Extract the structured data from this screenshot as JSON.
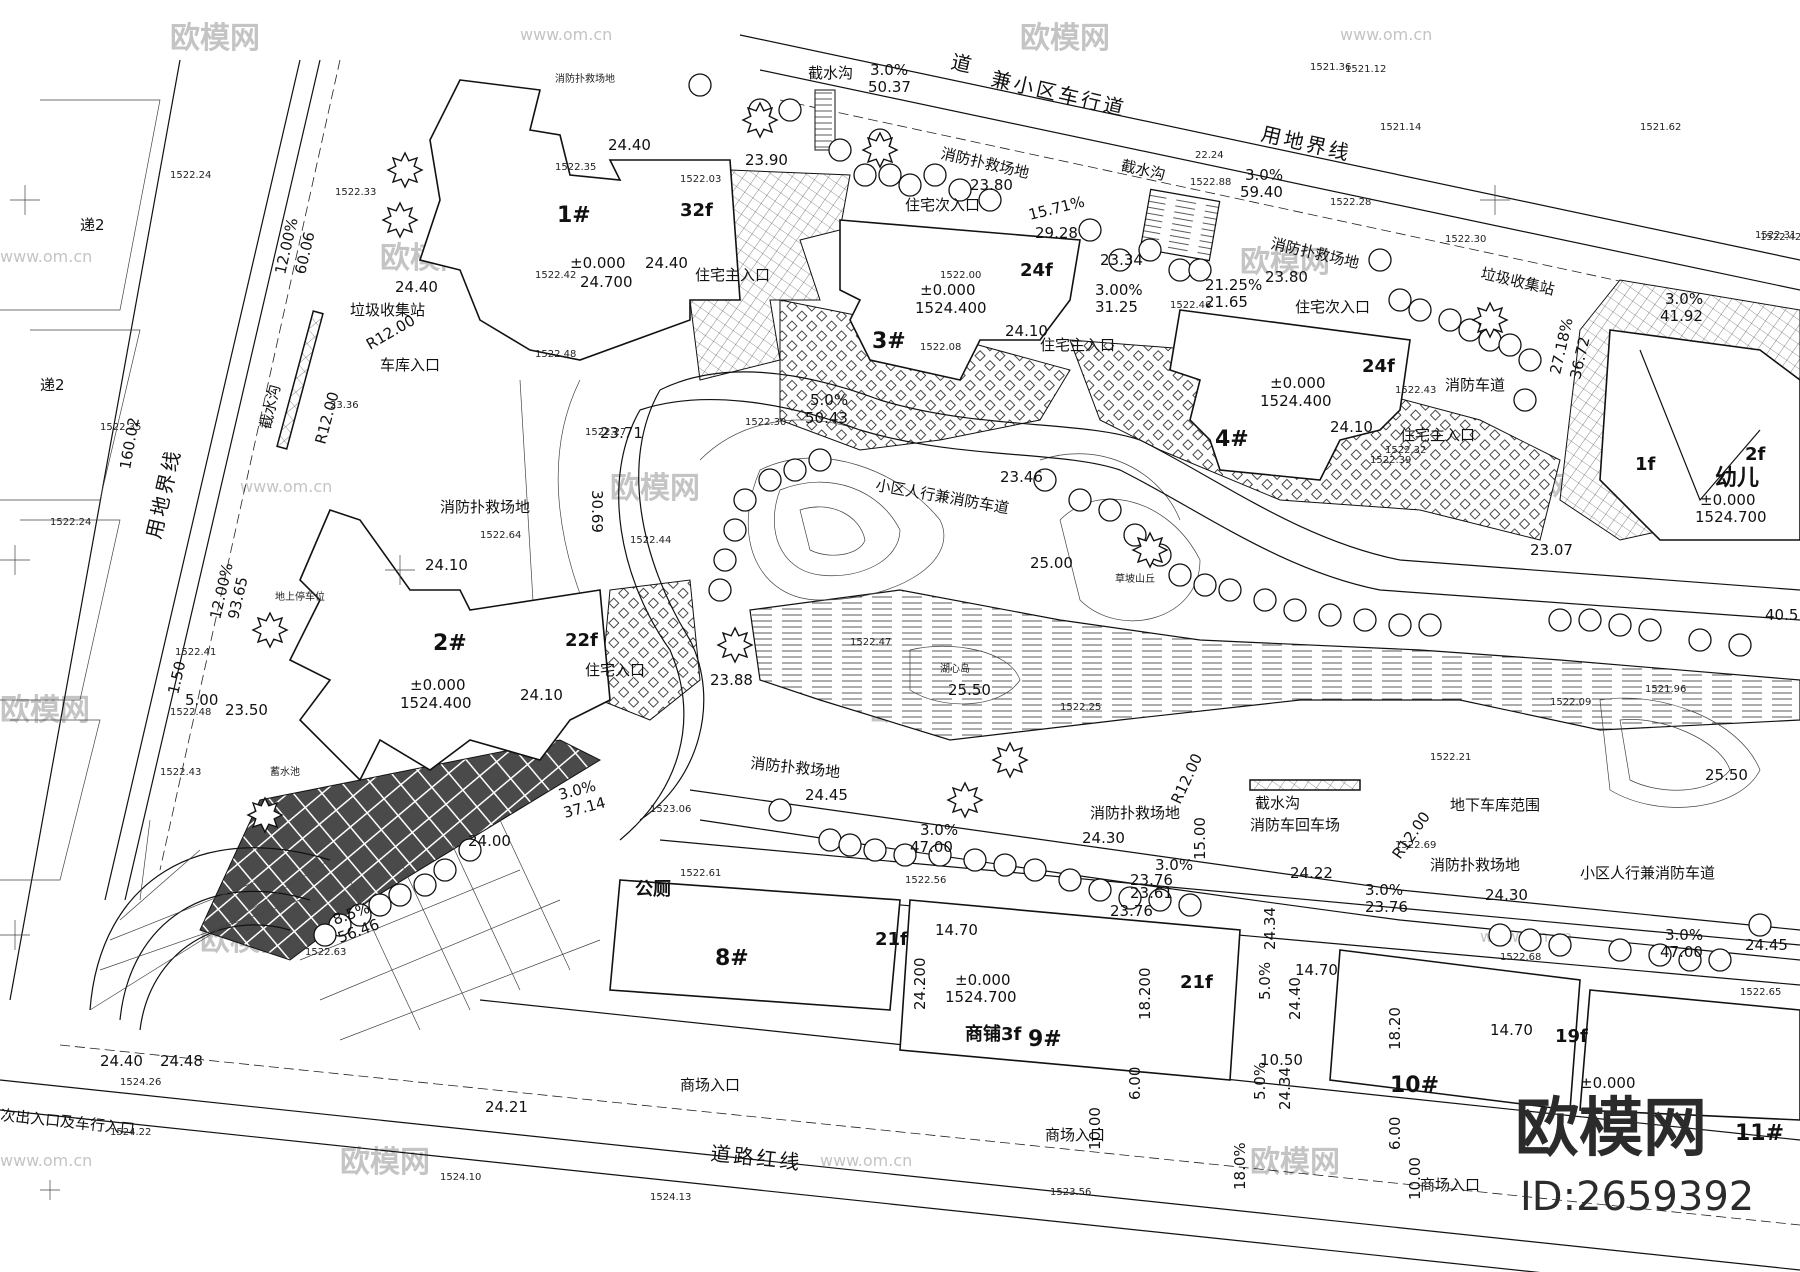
{
  "road_labels": {
    "top_road": "兼小区车行道",
    "top_partial": "道",
    "boundary_top": "用地界线",
    "boundary_left": "用地界线",
    "red_line": "道路红线",
    "bottom_left_entry": "次出入口及车行入口"
  },
  "buildings": [
    {
      "id": "1#",
      "floors": "32f",
      "level": "±0.000",
      "elev": "24.700"
    },
    {
      "id": "2#",
      "floors": "22f",
      "level": "±0.000",
      "elev": "1524.400"
    },
    {
      "id": "3#",
      "floors": "24f",
      "level": "±0.000",
      "elev": "1524.400"
    },
    {
      "id": "4#",
      "floors": "24f",
      "level": "±0.000",
      "elev": "1524.400"
    },
    {
      "id": "8#",
      "floors": "21f"
    },
    {
      "id": "9#",
      "floors": "21f",
      "level": "±0.000",
      "elev": "1524.700"
    },
    {
      "id": "10#",
      "floors": "19f",
      "level": "±0.000"
    },
    {
      "id": "11#"
    }
  ],
  "labels": {
    "fire_area_1": "消防扑救场地",
    "fire_area_2": "消防扑救场地",
    "fire_area_3": "消防扑救场地",
    "fire_area_4": "消防扑救场地",
    "fire_area_5": "消防扑救场地",
    "fire_area_6": "消防扑救场地",
    "fire_area_7": "消防扑救场地",
    "water_cut_1": "截水沟",
    "water_cut_2": "截水沟",
    "water_cut_3": "截水沟",
    "water_cut_4": "截水沟",
    "garbage_1": "垃圾收集站",
    "garbage_2": "垃圾收集站",
    "garage_entry": "车库入口",
    "res_main_1": "住宅主入口",
    "res_main_3": "住宅主入口",
    "res_main_4": "住宅主入口",
    "res_sec_3": "住宅次入口",
    "res_sec_4": "住宅次入口",
    "res_entry_2": "住宅入口",
    "fire_lane": "消防车道",
    "inner_road": "小区人行兼消防车道",
    "inner_road_2": "小区人行兼消防车道",
    "fire_turn": "消防车回车场",
    "basement": "地下车库范围",
    "toilet": "公厕",
    "shops": "商铺3f",
    "mall_entry_1": "商场入口",
    "mall_entry_2": "商场入口",
    "mall_entry_3": "商场入口",
    "kinder": "幼儿",
    "kinder_floors": "2f",
    "kinder_1f": "1f",
    "kinder_level": "±0.000",
    "kinder_elev": "1524.700",
    "ground_parking": "地上停车位",
    "pool": "蓄水池",
    "hill": "草坡山丘",
    "island": "湖心岛"
  },
  "dimensions": {
    "d1": "24.40",
    "d2": "23.90",
    "d3": "24.40",
    "d4": "24.40",
    "d5": "23.80",
    "d6": "23.34",
    "d7": "23.80",
    "d8": "24.10",
    "d9": "24.10",
    "d10": "23.71",
    "d11": "23.46",
    "d12": "25.00",
    "d13": "24.10",
    "d14": "24.10",
    "d15": "23.88",
    "d16": "25.50",
    "d17": "24.45",
    "d18": "24.00",
    "d19": "24.30",
    "d20": "23.76",
    "d21": "24.22",
    "d22": "24.30",
    "d23": "24.45",
    "d24": "24.40",
    "d25": "24.48",
    "d26": "24.21",
    "d27": "23.07",
    "d28": "25.50",
    "d29": "24.34",
    "d30": "24.40",
    "d31": "24.34",
    "d32": "22.24",
    "d33": "23.61",
    "d34": "23.36"
  },
  "slopes": {
    "s1": "3.0%",
    "s1b": "50.37",
    "s2": "3.0%",
    "s2b": "59.40",
    "s3": "15.71%",
    "s3b": "29.28",
    "s4": "21.25%",
    "s4b": "21.65",
    "s5": "3.00%",
    "s5b": "31.25",
    "s6": "3.0%",
    "s6b": "41.92",
    "s7": "5.0%",
    "s7b": "50.43",
    "s8": "3.0%",
    "s8b": "37.14",
    "s9": "3.0%",
    "s9b": "47.00",
    "s10": "3.0%",
    "s10b": "23.76",
    "s11": "3.0%",
    "s11b": "47.00",
    "s12": "8.5%",
    "s12b": "56.46",
    "s13": "5.0%",
    "s14": "5.0%",
    "s15": "18.0%",
    "s16": "12.00%",
    "s16b": "60.06",
    "s17": "12.00%",
    "s17b": "93.65",
    "s18": "3.0%",
    "s18b": "23.76"
  },
  "site_elevations": [
    "1522.35",
    "1522.03",
    "1522.42",
    "1522.24",
    "1522.33",
    "1522.48",
    "1522.27",
    "1522.30",
    "1522.00",
    "1522.08",
    "1522.46",
    "1522.43",
    "1522.39",
    "1522.32",
    "1522.28",
    "1522.30",
    "1522.88",
    "1521.12",
    "1521.36",
    "1521.14",
    "1521.62",
    "1522.31",
    "1522.69",
    "1522.64",
    "1522.44",
    "1522.47",
    "1522.25",
    "1522.21",
    "1522.09",
    "1522.68",
    "1522.65",
    "1522.61",
    "1522.56",
    "1524.26",
    "1524.22",
    "1524.10",
    "1524.13",
    "1523.56",
    "1523.06",
    "1522.63",
    "1522.41",
    "1522.43",
    "1522.48",
    "1522.35",
    "1522.42",
    "1522.24",
    "1521.96"
  ],
  "lengths": {
    "l1": "160.02",
    "l2": "14.70",
    "l3": "24.200",
    "l4": "18.200",
    "l5": "14.70",
    "l6": "10.50",
    "l7": "18.20",
    "l8": "14.70",
    "l9": "6.00",
    "l10": "10.00",
    "l11": "6.00",
    "l12": "10.00",
    "l13": "15.00",
    "l14": "30.69",
    "l15": "R12.00",
    "l16": "R12.00",
    "l17": "R12.00",
    "l18": "R12.00",
    "l19": "1.50",
    "l20": "5.00",
    "l21": "23.50",
    "l22": "36.72",
    "l23": "27.18%",
    "l24": "40.5"
  },
  "neighbor_labels": [
    "递2",
    "递2"
  ],
  "watermark": {
    "brand": "欧模网",
    "id": "ID:2659392",
    "faint": "欧模网",
    "url": "www.om.cn"
  },
  "colors": {
    "line": "#111111",
    "hatch": "#555555",
    "background": "#ffffff",
    "watermark": "#2b2b2b"
  }
}
